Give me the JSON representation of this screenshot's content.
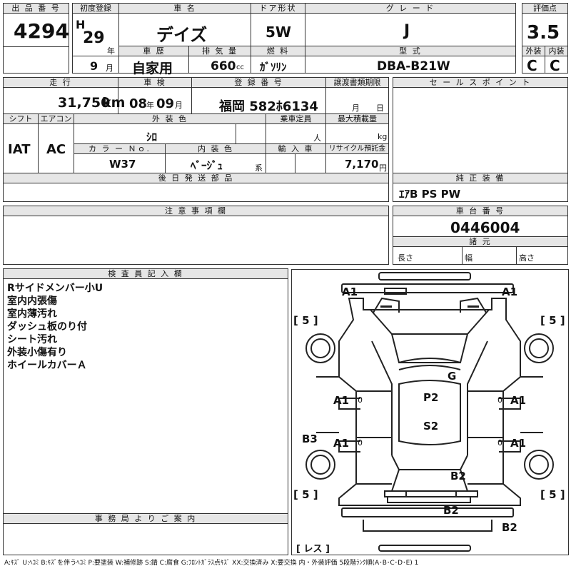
{
  "header": {
    "auction_no_label": "出 品 番 号",
    "auction_no": "4294",
    "first_reg_label": "初度登録",
    "era": "H",
    "year": "29",
    "year_unit": "年",
    "month": "9",
    "month_unit": "月",
    "car_name_label": "車 名",
    "car_name": "デイズ",
    "history_label": "車 歴",
    "history": "自家用",
    "displacement_label": "排 気 量",
    "displacement": "660",
    "displacement_unit": "cc",
    "door_label": "ドア形状",
    "door": "5W",
    "fuel_label": "燃 料",
    "fuel": "ｶﾞｿﾘﾝ",
    "grade_label": "グ レ ー ド",
    "grade": "J",
    "model_label": "型 式",
    "model": "DBA-B21W",
    "score_label": "評価点",
    "score": "3.5",
    "exterior_label": "外装",
    "exterior": "C",
    "interior_label": "内装",
    "interior": "C"
  },
  "row2": {
    "mileage_label": "走 行",
    "mileage": "31,750",
    "mileage_unit": "km",
    "inspection_label": "車 検",
    "inspection_year": "08",
    "inspection_year_unit": "年",
    "inspection_month": "09",
    "inspection_month_unit": "月",
    "plate_label": "登 録 番 号",
    "plate": "福岡 582ﾎ6134",
    "transfer_label": "譲渡書類期限",
    "transfer_month_unit": "月",
    "transfer_day_unit": "日",
    "shift_label": "シフト",
    "shift": "IAT",
    "ac_label": "エアコン",
    "ac": "AC",
    "color_label": "外 装 色",
    "color": "ｼﾛ",
    "capacity_label": "乗車定員",
    "capacity_unit": "人",
    "load_label": "最大積載量",
    "load_unit": "kg",
    "color_no_label": "カ ラ ー Ｎｏ.",
    "color_no": "W37",
    "interior_color_label": "内 装 色",
    "interior_color": "ﾍﾞｰｼﾞｭ",
    "interior_color_suffix": "系",
    "import_label": "輸 入 車",
    "recycle_label": "リサイクル預託金",
    "recycle": "7,170",
    "recycle_unit": "円",
    "later_parts_label": "後 日 発 送 部 品"
  },
  "sales": {
    "sales_point_label": "セ ー ル ス ポ イ ン ト",
    "equipment_label": "純 正 装 備",
    "equipment": "ｴｱB PS PW",
    "chassis_label": "車 台 番 号",
    "chassis": "0446004",
    "specs_label": "諸 元",
    "length_label": "長さ",
    "width_label": "幅",
    "height_label": "高さ"
  },
  "caution_label": "注 意 事 項 欄",
  "inspector": {
    "label": "検 査 員 記 入 欄",
    "notes": [
      "Rサイドメンバー小U",
      "室内内張傷",
      "室内薄汚れ",
      "ダッシュ板のり付",
      "シート汚れ",
      "外装小傷有り",
      "ホイールカバーＡ"
    ]
  },
  "office_label": "事 務 局 よ り ご 案 内",
  "diagram": {
    "marks": [
      "A1",
      "A1",
      "[ 5 ]",
      "[ 5 ]",
      "G",
      "P2",
      "S2",
      "A1",
      "A1",
      "A1",
      "A1",
      "B3",
      "B2",
      "[ 5 ]",
      "[ 5 ]",
      "B2",
      "B2",
      "[ レス ]",
      "0",
      "0",
      "0",
      "0"
    ]
  },
  "legend": "A:ｷｽﾞ U:ﾍｺﾐ B:ｷｽﾞを伴うﾍｺﾐ P:要塗装 W:補修跡 S:錆 C:腐食 G:ﾌﾛﾝﾄｶﾞﾗｽ点ｷｽﾞ XX:交換済み X:要交換 内・外装評価 5段階ﾗﾝｸ順(A･B･C･D･E) 1"
}
